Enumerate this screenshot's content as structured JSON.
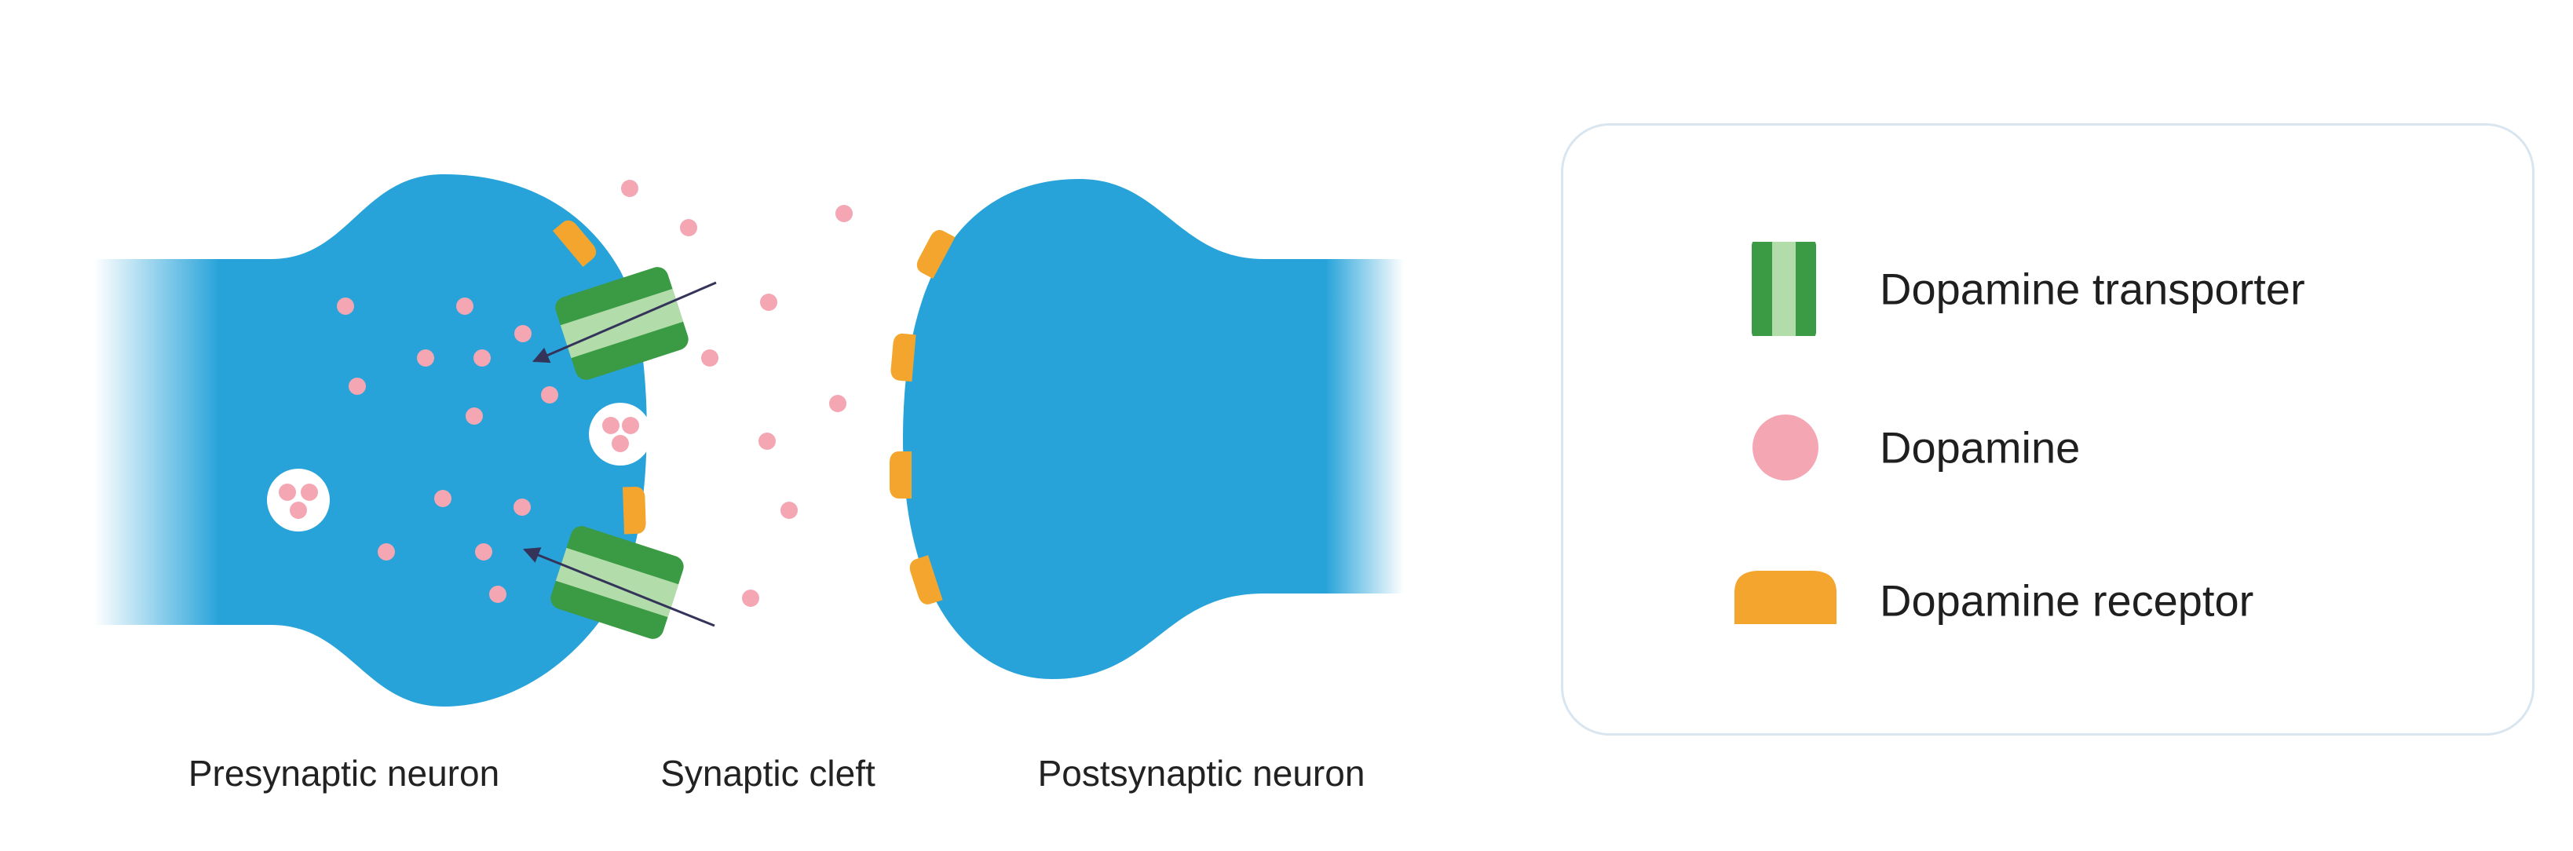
{
  "labels": {
    "presynaptic": "Presynaptic neuron",
    "cleft": "Synaptic cleft",
    "postsynaptic": "Postsynaptic neuron"
  },
  "legend": {
    "transporter": "Dopamine transporter",
    "dopamine": "Dopamine",
    "receptor": "Dopamine receptor"
  },
  "colors": {
    "neuron": "#27a3da",
    "dopamine": "#f4a6b3",
    "transporter_dark": "#3b9a44",
    "transporter_light": "#b2dcaa",
    "receptor": "#f3a52e",
    "vesicle": "#ffffff",
    "arrow": "#34345a",
    "legend_border": "#d9e6f0"
  },
  "icons": [
    "transporter-icon",
    "dopamine-molecule-icon",
    "receptor-icon",
    "vesicle-icon",
    "reuptake-arrow-icon"
  ]
}
